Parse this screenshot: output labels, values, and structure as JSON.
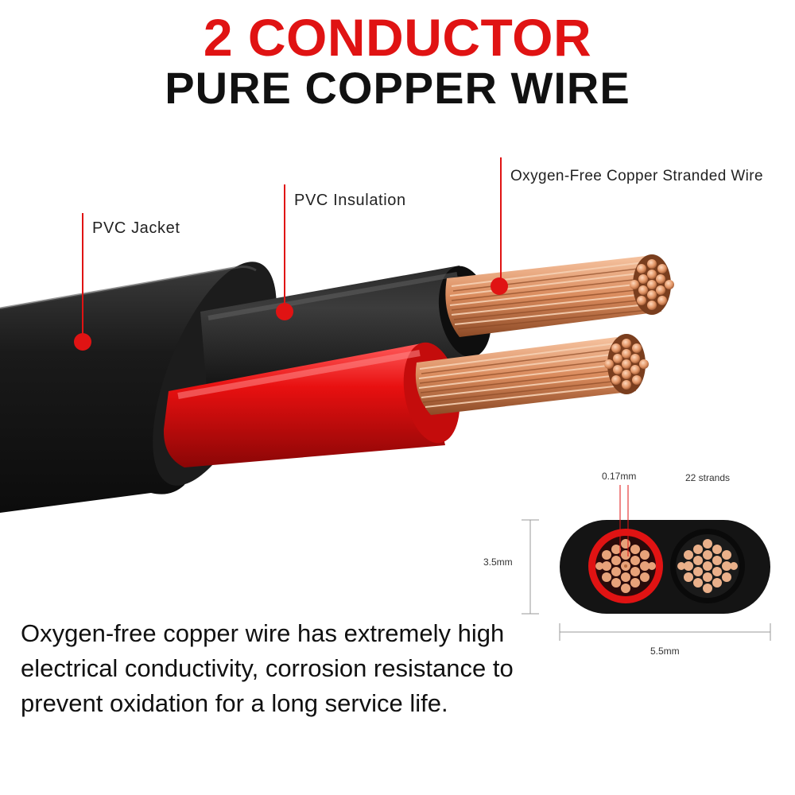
{
  "heading": {
    "line1": "2 CONDUCTOR",
    "line2": "PURE COPPER WIRE"
  },
  "callouts": {
    "jacket": "PVC Jacket",
    "insulation": "PVC Insulation",
    "strands": "Oxygen-Free Copper Stranded Wire"
  },
  "cross_section": {
    "strand_diameter": "0.17mm",
    "strand_count": "22 strands",
    "height": "3.5mm",
    "width": "5.5mm"
  },
  "description": "Oxygen-free copper wire has extremely high electrical conductivity, corrosion resistance to prevent oxidation for a long service life.",
  "colors": {
    "accent_red": "#e01313",
    "jacket_black": "#141414",
    "copper": "#d98a5c"
  }
}
